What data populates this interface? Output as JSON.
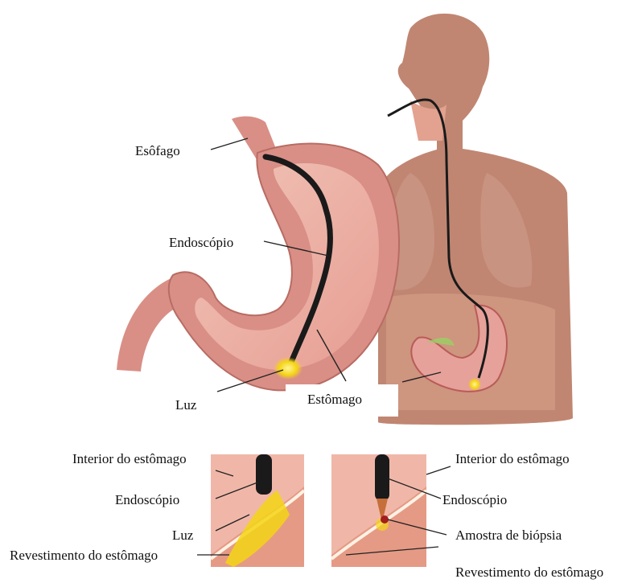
{
  "labels": {
    "esofago": "Esôfago",
    "endoscopio_main": "Endoscópio",
    "luz_main": "Luz",
    "estomago": "Estômago",
    "left_interior": "Interior do estômago",
    "left_endoscopio": "Endoscópio",
    "left_luz": "Luz",
    "left_revestimento": "Revestimento do estômago",
    "right_interior": "Interior do estômago",
    "right_endoscopio": "Endoscópio",
    "right_biopsia": "Amostra de biópsia",
    "right_revestimento": "Revestimento do estômago"
  },
  "colors": {
    "skin": "#c08672",
    "stomach_outer": "#d98f86",
    "stomach_inner": "#e9a39b",
    "endoscope": "#1a1a1a",
    "light": "#f5d515"
  }
}
